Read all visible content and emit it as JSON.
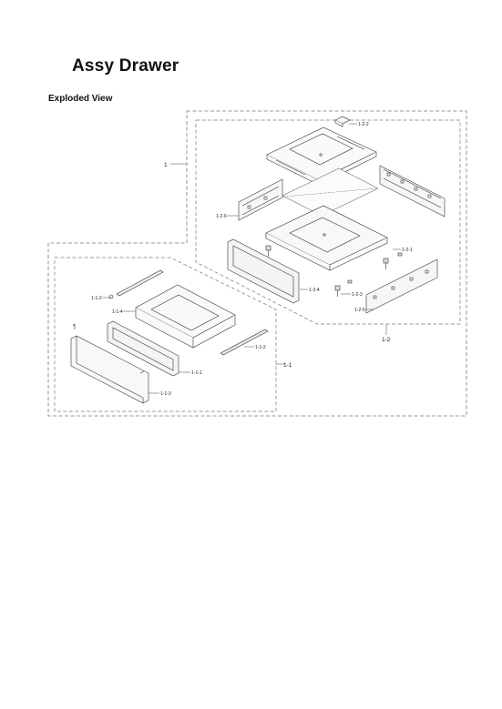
{
  "page": {
    "title": "Assy Drawer",
    "subtitle": "Exploded View"
  },
  "callouts": {
    "c1": "1",
    "c1_1": "1-1",
    "c1_2": "1-2",
    "c1_1_1": "1-1-1",
    "c1_1_2a": "1-1-2",
    "c1_1_2b": "1-1-2",
    "c1_1_3": "1-1-3",
    "c1_1_4": "1-1-4",
    "c1_2_1": "1-2-1",
    "c1_2_2": "1-2-2",
    "c1_2_3": "1-2-3",
    "c1_2_4": "1-2-4",
    "c1_2_5": "1-2-5",
    "c1_2_6": "1-2-6"
  }
}
